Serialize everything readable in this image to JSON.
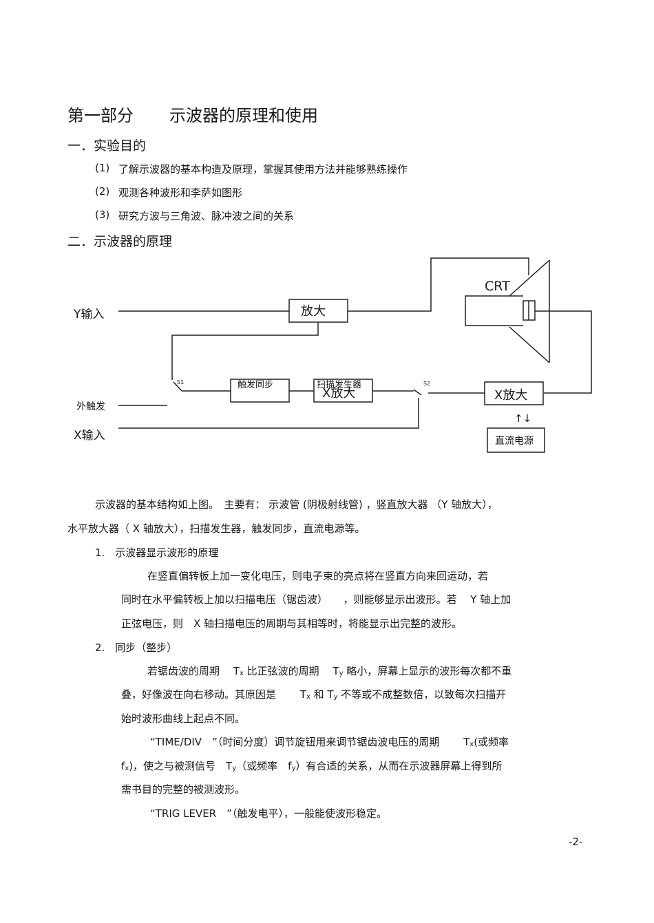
{
  "title": {
    "part": "第一部分",
    "name": "示波器的原理和使用"
  },
  "section1": {
    "heading": "一．实验目的",
    "items": [
      {
        "num": "(1)",
        "text": "了解示波器的基本构造及原理，掌握其使用方法并能够熟练操作"
      },
      {
        "num": "(2)",
        "text": "观测各种波形和李萨如图形"
      },
      {
        "num": "(3)",
        "text": "研究方波与三角波、脉冲波之间的关系"
      }
    ]
  },
  "section2": {
    "heading": "二．示波器的原理"
  },
  "diagram": {
    "crt": "CRT",
    "y_input": "Y输入",
    "amp": "放大",
    "s1": "S1",
    "trigger_sync": "触发同步",
    "sweep_gen": "扫描发生器",
    "x_amp_inner": "X放大",
    "s2": "S2",
    "x_amp": "X放大",
    "external_trigger": "外触发",
    "x_input": "X输入",
    "dc_supply": "直流电源",
    "arrows": "↑↓"
  },
  "body": {
    "intro_line1": "示波器的基本结构如上图。　主要有：  示波管  (阴极射线管)  ，竖直放大器  （Y 轴放大），",
    "intro_line2": "水平放大器（  X 轴放大），扫描发生器，触发同步，直流电源等。",
    "p1_title": "1.　示波器显示波形的原理",
    "p1_line1": "在竖直偏转板上加一变化电压，则电子束的亮点将在竖直方向来回运动，若",
    "p1_line2": "同时在水平偏转板上加以扫描电压（锯齿波）　　，则能够显示出波形。若　 Y 轴上加",
    "p1_line3": "正弦电压，则　X 轴扫描电压的周期与其相等时，将能显示出完整的波形。",
    "p2_title": "2.　同步（整步）",
    "p2_l1_a": "若锯齿波的周期　 T",
    "p2_l1_sub1": "x",
    "p2_l1_b": " 比正弦波的周期　 T",
    "p2_l1_sub2": "y",
    "p2_l1_c": " 略小，屏幕上显示的波形每次都不重",
    "p2_l2_a": "叠，好像波在向右移动。其原因是　　 T",
    "p2_l2_sub1": "x",
    "p2_l2_b": " 和 T",
    "p2_l2_sub2": "y",
    "p2_l2_c": " 不等或不成整数倍，以致每次扫描开",
    "p2_l3": "始时波形曲线上起点不同。",
    "p3_l1_a": "“TIME/DIV　”（时间分度）调节旋钮用来调节锯齿波电压的周期　　 T",
    "p3_l1_sub": "x",
    "p3_l1_b": "(或频率",
    "p3_l2_a": "f",
    "p3_l2_sub1": "x",
    "p3_l2_b": ")，使之与被测信号　T",
    "p3_l2_sub2": "y",
    "p3_l2_c": "（或频率　f",
    "p3_l2_sub3": "y",
    "p3_l2_d": "）有合适的关系，从而在示波器屏幕上得到所",
    "p3_l3": "需书目的完整的被测波形。",
    "p4": "“TRIG LEVER　”（触发电平），一般能使波形稳定。"
  },
  "page_number": "-2-"
}
